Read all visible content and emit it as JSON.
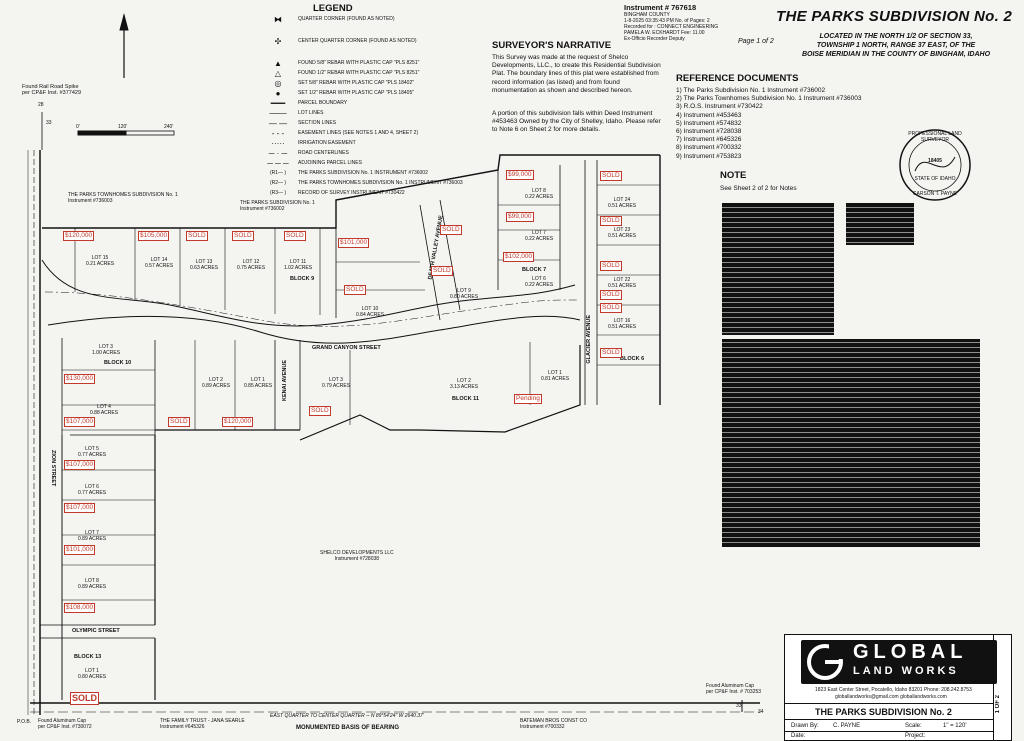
{
  "title": "THE PARKS SUBDIVISION No. 2",
  "location_lines": [
    "LOCATED IN THE NORTH 1/2 OF SECTION 33,",
    "TOWNSHIP 1 NORTH, RANGE 37 EAST, OF THE",
    "BOISE MERIDIAN IN THE COUNTY OF BINGHAM, IDAHO"
  ],
  "instrument_header": "Instrument # 767618",
  "recording_lines": [
    "BINGHAM COUNTY",
    "1-8-2025   03:35:43 PM   No. of Pages: 2",
    "Recorded for : CONNECT ENGINEERING",
    "PAMELA W. ECKHARDT       Fee: 11.00",
    "Ex-Officio Recorder Deputy"
  ],
  "page_note": "Page 1 of 2",
  "legend": {
    "heading": "LEGEND",
    "items": [
      {
        "symbol": "quarter-corner",
        "glyph": "⧓",
        "label": "QUARTER CORNER (FOUND AS NOTED)"
      },
      {
        "symbol": "center-quarter-corner",
        "glyph": "✣",
        "label": "CENTER QUARTER CORNER (FOUND AS NOTED)"
      },
      {
        "symbol": "found-rebar-5-8",
        "glyph": "▲",
        "label": "FOUND 5/8\" REBAR WITH PLASTIC CAP \"PLS 8251\""
      },
      {
        "symbol": "found-rebar-1-2",
        "glyph": "△",
        "label": "FOUND 1/2\" REBAR WITH PLASTIC CAP \"PLS 8251\""
      },
      {
        "symbol": "set-rebar-5-8",
        "glyph": "◎",
        "label": "SET 5/8\" REBAR WITH PLASTIC CAP \"PLS 18402\""
      },
      {
        "symbol": "set-rebar-1-2",
        "glyph": "●",
        "label": "SET 1/2\" REBAR WITH PLASTIC CAP \"PLS 18405\""
      },
      {
        "symbol": "parcel-boundary",
        "glyph": "━━━",
        "label": "PARCEL BOUNDARY"
      },
      {
        "symbol": "lot-lines",
        "glyph": "───",
        "label": "LOT LINES"
      },
      {
        "symbol": "section-lines",
        "glyph": "— —",
        "label": "SECTION LINES"
      },
      {
        "symbol": "easement-lines",
        "glyph": "- - -",
        "label": "EASEMENT LINES (SEE NOTES 1 AND 4, SHEET 2)"
      },
      {
        "symbol": "irrigation-easement",
        "glyph": "·····",
        "label": "IRRIGATION EASEMENT"
      },
      {
        "symbol": "road-centerlines",
        "glyph": "─ · ─",
        "label": "ROAD CENTERLINES"
      },
      {
        "symbol": "adjoining-parcel-lines",
        "glyph": "─ ─ ─",
        "label": "ADJOINING PARCEL LINES"
      },
      {
        "symbol": "r1",
        "glyph": "(R1— )",
        "label": "THE PARKS SUBDIVISION No. 1 INSTRUMENT #736002"
      },
      {
        "symbol": "r2",
        "glyph": "(R2— )",
        "label": "THE PARKS TOWNHOMES SUBDIVISION No. 1 INSTRUMENT #736003"
      },
      {
        "symbol": "r3",
        "glyph": "(R3— )",
        "label": "RECORD OF SURVEY INSTRUMENT #730422"
      }
    ]
  },
  "narrative": {
    "heading": "SURVEYOR'S NARRATIVE",
    "paragraphs": [
      "This Survey was made at the request of Shelco Developments, LLC., to create this Residential Subdivision Plat. The boundary lines of this plat were established from record information (as listed) and from found monumentation as shown and described hereon.",
      "A portion of this subdivision falls within Deed Instrument #453463 Owned by the City of Shelley, Idaho. Please refer to Note 6 on Sheet 2 for more details."
    ]
  },
  "reference_documents": {
    "heading": "REFERENCE DOCUMENTS",
    "items": [
      "1)   The Parks Subdivision No. 1   Instrument #736002",
      "2)   The Parks Townhomes Subdivision No. 1   Instrument #736003",
      "3)   R.O.S. Instrument #730422",
      "4)   Instrument #453463",
      "5)   Instrument #574832",
      "6)   Instrument #728038",
      "7)   Instrument #645326",
      "8)   Instrument #700332",
      "9)   Instrument #753823"
    ]
  },
  "note": {
    "heading": "NOTE",
    "text": "See Sheet 2 of 2 for Notes"
  },
  "seal": {
    "ring_top": "PROFESSIONAL LAND SURVEYOR",
    "number": "18405",
    "state": "STATE OF IDAHO",
    "name": "CARSON T. PAYNE"
  },
  "scale_bar": {
    "labels": [
      "0'",
      "120'",
      "240'"
    ]
  },
  "map_labels": {
    "found_rail_spike": "Found Rail Road Spike\nper CP&F Inst. #377429",
    "found_alum_cap_left": "Found Aluminum Cap\nper CP&F Inst. #730072",
    "found_alum_cap_right": "Found Aluminum Cap\nper CP&F Inst. # 703253",
    "townhomes_sub": "THE PARKS TOWNHOMES SUBDIVISION No. 1\nInstrument #736003",
    "parks_sub": "THE PARKS SUBDIVISION No. 1\nInstrument #736002",
    "shelco_mid": "SHELCO DEVELOPMENTS LLC\nInstrument #728038",
    "family_trust": "THE FAMILY TRUST - JANA SEARLE\nInstrument #645326",
    "bateman": "BATEMAN BROS CONST CO\nInstrument #700332",
    "basis_line": "EAST QUARTER TO CENTER QUARTER -- N 89°54'24\" W 2640.37'",
    "basis_of_bearing": "MONUMENTED BASIS OF BEARING",
    "pob": "P.O.B.",
    "section_33": "33",
    "section_28": "28",
    "section_34": "34"
  },
  "streets": [
    "GRAND CANYON STREET",
    "OLYMPIC STREET",
    "KENAI AVENUE",
    "DEATH VALLEY AVENUE",
    "GLACIER AVENUE",
    "ZION STREET"
  ],
  "blocks": [
    "BLOCK 9",
    "BLOCK 10",
    "BLOCK 11",
    "BLOCK 7",
    "BLOCK 6",
    "BLOCK 13"
  ],
  "lots": [
    {
      "id": "b9-lot15",
      "text": "LOT 15\n0.21 ACRES"
    },
    {
      "id": "b9-lot14",
      "text": "LOT 14\n0.57 ACRES"
    },
    {
      "id": "b9-lot13",
      "text": "LOT 13\n0.63 ACRES"
    },
    {
      "id": "b9-lot12",
      "text": "LOT 12\n0.75 ACRES"
    },
    {
      "id": "b9-lot11",
      "text": "LOT 11\n1.02 ACRES"
    },
    {
      "id": "b10-lot3",
      "text": "LOT 3\n1.00 ACRES"
    },
    {
      "id": "b10-lot4",
      "text": "LOT 4\n0.88 ACRES"
    },
    {
      "id": "b10-lot5",
      "text": "LOT 5\n0.77 ACRES"
    },
    {
      "id": "b10-lot6",
      "text": "LOT 6\n0.77 ACRES"
    },
    {
      "id": "b10-lot7",
      "text": "LOT 7\n0.89 ACRES"
    },
    {
      "id": "b10-lot8",
      "text": "LOT 8\n0.89 ACRES"
    },
    {
      "id": "b10-lot2",
      "text": "LOT 2\n0.89 ACRES"
    },
    {
      "id": "b10-lot1",
      "text": "LOT 1\n0.85 ACRES"
    },
    {
      "id": "b11-lot3",
      "text": "LOT 3\n0.79 ACRES"
    },
    {
      "id": "b11-lot2",
      "text": "LOT 2\n3.13 ACRES"
    },
    {
      "id": "b11-lot1",
      "text": "LOT 1\n0.81 ACRES"
    },
    {
      "id": "b13-lot1",
      "text": "LOT 1\n0.80 ACRES"
    },
    {
      "id": "b9-lot10",
      "text": "LOT 10\n0.84 ACRES"
    },
    {
      "id": "b9-lot9",
      "text": "LOT 9\n0.80 ACRES"
    },
    {
      "id": "b7-lot8",
      "text": "LOT 8\n0.22 ACRES"
    },
    {
      "id": "b7-lot7",
      "text": "LOT 7\n0.22 ACRES"
    },
    {
      "id": "b7-lot6",
      "text": "LOT 6\n0.22 ACRES"
    },
    {
      "id": "b6-lot24",
      "text": "LOT 24\n0.51 ACRES"
    },
    {
      "id": "b6-lot23",
      "text": "LOT 23\n0.51 ACRES"
    },
    {
      "id": "b6-lot22",
      "text": "LOT 22\n0.51 ACRES"
    },
    {
      "id": "b6-lot16",
      "text": "LOT 16\n0.51 ACRES"
    }
  ],
  "sales_tags": [
    {
      "id": "tag-1",
      "text": "$120,000"
    },
    {
      "id": "tag-2",
      "text": "$105,000"
    },
    {
      "id": "tag-3",
      "text": "SOLD"
    },
    {
      "id": "tag-4",
      "text": "SOLD"
    },
    {
      "id": "tag-5",
      "text": "SOLD"
    },
    {
      "id": "tag-6",
      "text": "$101,000"
    },
    {
      "id": "tag-7",
      "text": "SOLD"
    },
    {
      "id": "tag-8",
      "text": "SOLD"
    },
    {
      "id": "tag-9",
      "text": "SOLD"
    },
    {
      "id": "tag-10",
      "text": "$99,000"
    },
    {
      "id": "tag-11",
      "text": "$99,000"
    },
    {
      "id": "tag-12",
      "text": "$102,000"
    },
    {
      "id": "tag-13",
      "text": "SOLD"
    },
    {
      "id": "tag-14",
      "text": "SOLD"
    },
    {
      "id": "tag-15",
      "text": "SOLD"
    },
    {
      "id": "tag-16",
      "text": "SOLD"
    },
    {
      "id": "tag-17",
      "text": "SOLD"
    },
    {
      "id": "tag-18",
      "text": "SOLD"
    },
    {
      "id": "tag-19",
      "text": "$130,000"
    },
    {
      "id": "tag-20",
      "text": "$107,000"
    },
    {
      "id": "tag-21",
      "text": "SOLD"
    },
    {
      "id": "tag-22",
      "text": "$120,000"
    },
    {
      "id": "tag-23",
      "text": "SOLD"
    },
    {
      "id": "tag-24",
      "text": "Pending"
    },
    {
      "id": "tag-25",
      "text": "$107,000"
    },
    {
      "id": "tag-26",
      "text": "$107,000"
    },
    {
      "id": "tag-27",
      "text": "$101,000"
    },
    {
      "id": "tag-28",
      "text": "$108,000"
    },
    {
      "id": "tag-29",
      "text": "SOLD"
    }
  ],
  "company": {
    "name_line1": "GLOBAL",
    "name_line2": "LAND WORKS",
    "address": "1823 East Center Street, Pocatello, Idaho 83201  Phone: 208.242.8753",
    "contact": "globallandworks@gmail.com        globallandworks.com"
  },
  "title_block": {
    "project_title": "THE PARKS SUBDIVISION No. 2",
    "drawn_by_label": "Drawn By:",
    "drawn_by_value": "C. PAYNE",
    "scale_label": "Scale:",
    "scale_value": "1\" = 120'",
    "date_label": "Date:",
    "project_label": "Project:",
    "sheet": "1 OF 2"
  },
  "colors": {
    "paper": "#f4f4f1",
    "ink": "#111111",
    "sales_tag": "#c0392b",
    "table_fill": "#111111"
  }
}
